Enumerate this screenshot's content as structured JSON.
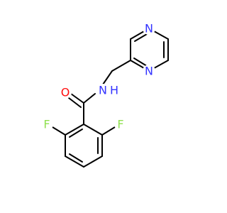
{
  "molecule": {
    "atoms": {
      "n_ring_top": "N",
      "n_ring_bottom": "N",
      "n_amide": "N",
      "h_amide": "H",
      "o_carbonyl": "O",
      "f_left": "F",
      "f_right": "F"
    },
    "colors": {
      "bond": "#000000",
      "nitrogen": "#3333ff",
      "oxygen": "#ff0d0d",
      "fluorine": "#90e050"
    }
  }
}
